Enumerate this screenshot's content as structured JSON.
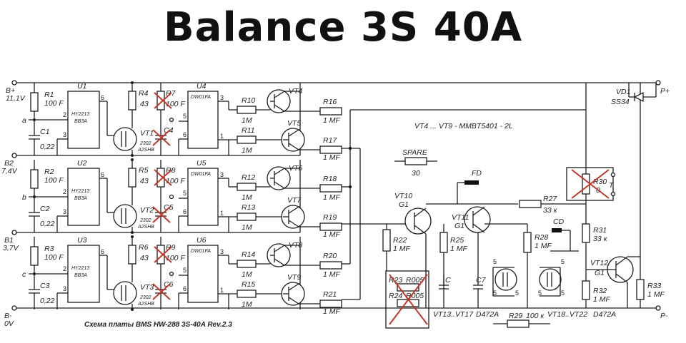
{
  "title": "Balance 3S 40A",
  "caption": "Схема платы BMS HW-288 3S-40A Rev.2.3",
  "transistor_note": "VT4 ... VT9 - MMBT5401 - 2L",
  "spare": {
    "label": "SPARE",
    "value": "30"
  },
  "terminals": {
    "b_plus": "B+",
    "b_plus_v": "11,1V",
    "b2": "B2",
    "b2_v": "7,4V",
    "b1": "B1",
    "b1_v": "3,7V",
    "b_minus": "B-",
    "b_minus_v": "0V",
    "p_plus": "P+",
    "p_minus": "P-"
  },
  "cells": [
    {
      "r": "R1",
      "r_val": "100 F",
      "c": "C1",
      "c_val": "0,22",
      "u": "U1",
      "u_chip": "HY2213",
      "u_code": "BB3A",
      "mos": "VT1",
      "mos_code": "2302",
      "mos_code2": "A2SHB",
      "rx": "R4",
      "rx_val": "43",
      "ry": "R7",
      "ry_val": "100 F",
      "cx": "C4",
      "dw": "U4",
      "dw_chip": "DW01FA",
      "ra": "R10",
      "ra_val": "1M",
      "rb": "R11",
      "rb_val": "1M",
      "vta": "VT4",
      "vtb": "VT5",
      "rc": "R16",
      "rc_val": "1 MF",
      "rd": "R17",
      "rd_val": "1 MF",
      "node": "a"
    },
    {
      "r": "R2",
      "r_val": "100 F",
      "c": "C2",
      "c_val": "0,22",
      "u": "U2",
      "u_chip": "HY2213",
      "u_code": "BB3A",
      "mos": "VT2",
      "mos_code": "2302",
      "mos_code2": "A2SHB",
      "rx": "R5",
      "rx_val": "43",
      "ry": "R8",
      "ry_val": "100 F",
      "cx": "C5",
      "dw": "U5",
      "dw_chip": "DW01FA",
      "ra": "R12",
      "ra_val": "1M",
      "rb": "R13",
      "rb_val": "1M",
      "vta": "VT6",
      "vtb": "VT7",
      "rc": "R18",
      "rc_val": "1 MF",
      "rd": "R19",
      "rd_val": "1 MF",
      "node": "b"
    },
    {
      "r": "R3",
      "r_val": "100 F",
      "c": "C3",
      "c_val": "0,22",
      "u": "U3",
      "u_chip": "HY2213",
      "u_code": "BB3A",
      "mos": "VT3",
      "mos_code": "2302",
      "mos_code2": "A2SHB",
      "rx": "R6",
      "rx_val": "43",
      "ry": "R9",
      "ry_val": "100 F",
      "cx": "C6",
      "dw": "U6",
      "dw_chip": "DW01FA",
      "ra": "R14",
      "ra_val": "1M",
      "rb": "R15",
      "rb_val": "1M",
      "vta": "VT8",
      "vtb": "VT9",
      "rc": "R20",
      "rc_val": "1 MF",
      "rd": "R21",
      "rd_val": "1 MF",
      "node": "c"
    }
  ],
  "right": {
    "vt10": "VT10",
    "vt10_code": "G1",
    "vt11": "VT11",
    "vt11_code": "G1",
    "vt12": "VT12",
    "vt12_code": "G1",
    "fd": "FD",
    "cd": "CD",
    "vd1": "VD1",
    "vd1_code": "SS34",
    "r22": "R22",
    "r22_val": "1 MF",
    "r25": "R25",
    "r25_val": "1 MF",
    "r27": "R27",
    "r27_val": "33 к",
    "r28": "R28",
    "r28_val": "1 MF",
    "r29": "R29",
    "r29_val": "100 к",
    "r30": "R30",
    "r30_val": "0",
    "r31": "R31",
    "r31_val": "33 к",
    "r32": "R32",
    "r32_val": "1 MF",
    "r33": "R33",
    "r33_val": "1 MF",
    "r23": "R23",
    "r23_val": "R005",
    "r24": "R24",
    "r24_val": "R005",
    "c": "C",
    "c7": "C7",
    "t": "T",
    "vt13": "VT13..VT17",
    "vt13_code": "D472A",
    "vt18": "VT18..VT22",
    "vt18_code": "D472A"
  }
}
